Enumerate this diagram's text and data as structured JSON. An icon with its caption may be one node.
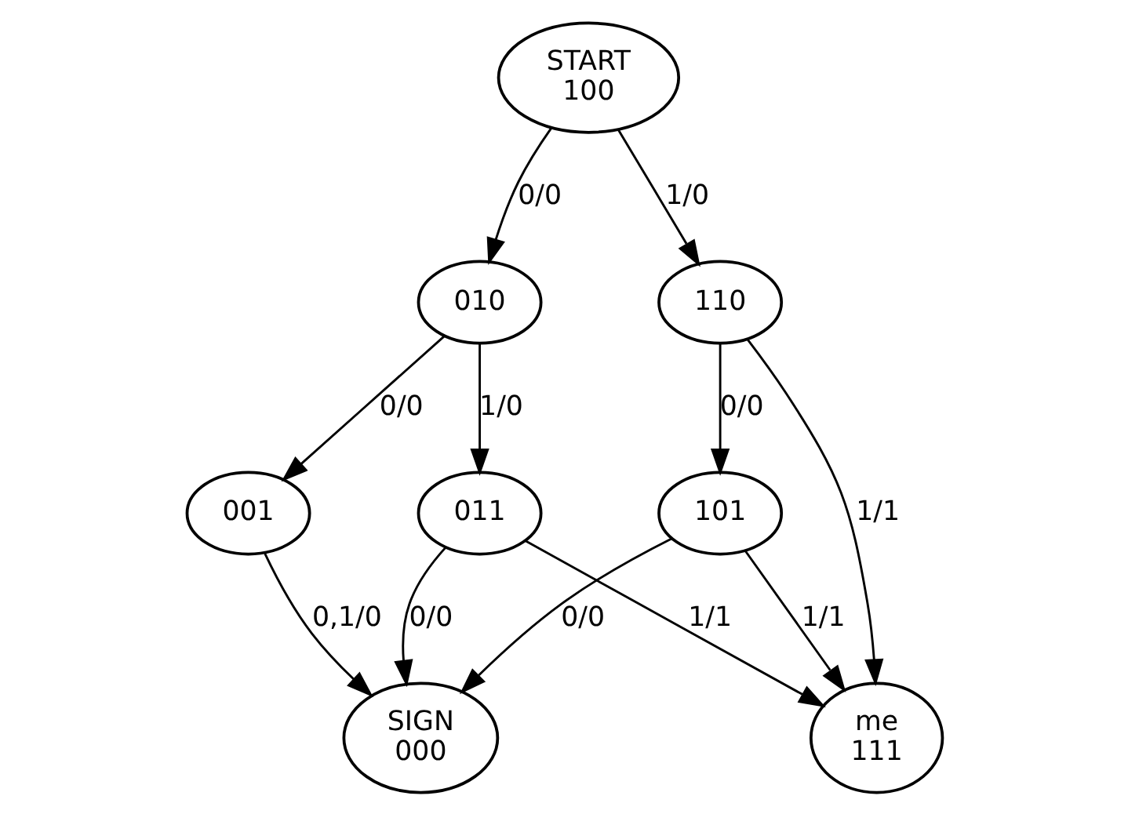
{
  "diagram": {
    "nodes": [
      {
        "text": [
          "START",
          "100"
        ]
      },
      {
        "text": [
          "010"
        ]
      },
      {
        "text": [
          "110"
        ]
      },
      {
        "text": [
          "001"
        ]
      },
      {
        "text": [
          "011"
        ]
      },
      {
        "text": [
          "101"
        ]
      },
      {
        "text": [
          "SIGN",
          "000"
        ]
      },
      {
        "text": [
          "me",
          "111"
        ]
      }
    ],
    "edges": [
      {
        "from": 0,
        "to": 1,
        "arrow": "to",
        "label": "0/0"
      },
      {
        "from": 0,
        "to": 2,
        "arrow": "to",
        "label": "1/0"
      },
      {
        "from": 1,
        "to": 3,
        "arrow": "to",
        "label": "0/0"
      },
      {
        "from": 1,
        "to": 4,
        "arrow": "to",
        "label": "1/0"
      },
      {
        "from": 2,
        "to": 5,
        "arrow": "to",
        "label": "0/0"
      },
      {
        "from": 2,
        "to": 7,
        "arrow": "to",
        "label": "1/1"
      },
      {
        "from": 3,
        "to": 6,
        "arrow": "to",
        "label": "0,1/0"
      },
      {
        "from": 4,
        "to": 6,
        "arrow": "to",
        "label": "0/0"
      },
      {
        "from": 4,
        "to": 7,
        "arrow": "to",
        "label": "1/1"
      },
      {
        "from": 5,
        "to": 6,
        "arrow": "to",
        "label": "0/0"
      },
      {
        "from": 5,
        "to": 7,
        "arrow": "to",
        "label": "1/1"
      }
    ]
  }
}
